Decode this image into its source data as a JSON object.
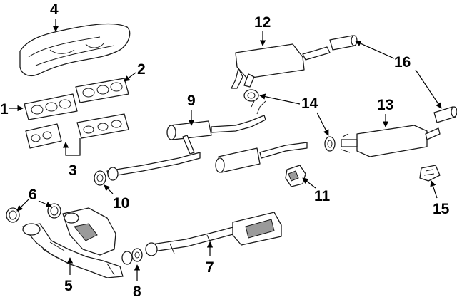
{
  "diagram": {
    "callouts": [
      {
        "id": "p1",
        "label": "1"
      },
      {
        "id": "p2",
        "label": "2"
      },
      {
        "id": "p3",
        "label": "3"
      },
      {
        "id": "p4",
        "label": "4"
      },
      {
        "id": "p5",
        "label": "5"
      },
      {
        "id": "p6",
        "label": "6"
      },
      {
        "id": "p7",
        "label": "7"
      },
      {
        "id": "p8",
        "label": "8"
      },
      {
        "id": "p9",
        "label": "9"
      },
      {
        "id": "p10",
        "label": "10"
      },
      {
        "id": "p11",
        "label": "11"
      },
      {
        "id": "p12",
        "label": "12"
      },
      {
        "id": "p13",
        "label": "13"
      },
      {
        "id": "p14",
        "label": "14"
      },
      {
        "id": "p15",
        "label": "15"
      },
      {
        "id": "p16",
        "label": "16"
      }
    ]
  }
}
